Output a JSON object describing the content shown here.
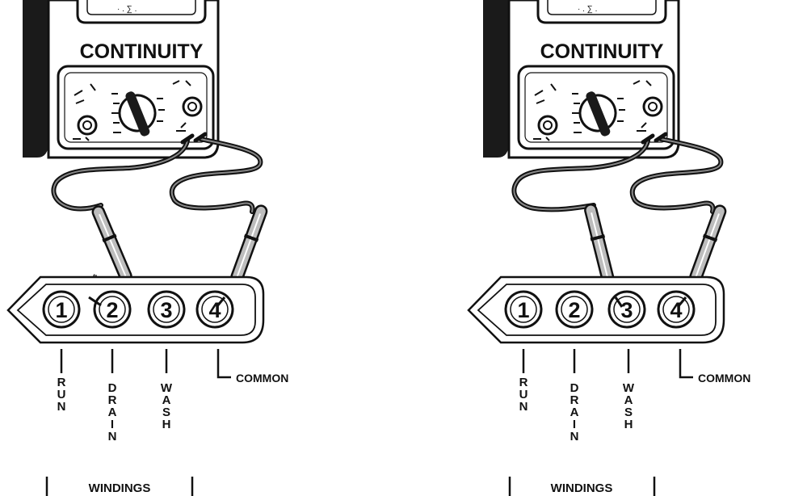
{
  "colors": {
    "ink": "#111111",
    "paper": "#ffffff",
    "meter_side": "#1a1a1a",
    "probe": "#bdbdbd",
    "lead": "#444444"
  },
  "icons": [
    "continuity-tester-meter",
    "selector-knob",
    "test-probe",
    "terminal-block"
  ],
  "diagrams": [
    {
      "meter_label": "CONTINUITY",
      "terminals": [
        "1",
        "2",
        "3",
        "4"
      ],
      "probed_terminals": [
        "2",
        "4"
      ],
      "winding_labels": [
        "RUN",
        "DRAIN",
        "WASH"
      ],
      "common_label": "COMMON",
      "group_label": "WINDINGS"
    },
    {
      "meter_label": "CONTINUITY",
      "terminals": [
        "1",
        "2",
        "3",
        "4"
      ],
      "probed_terminals": [
        "3",
        "4"
      ],
      "winding_labels": [
        "RUN",
        "DRAIN",
        "WASH"
      ],
      "common_label": "COMMON",
      "group_label": "WINDINGS"
    }
  ]
}
